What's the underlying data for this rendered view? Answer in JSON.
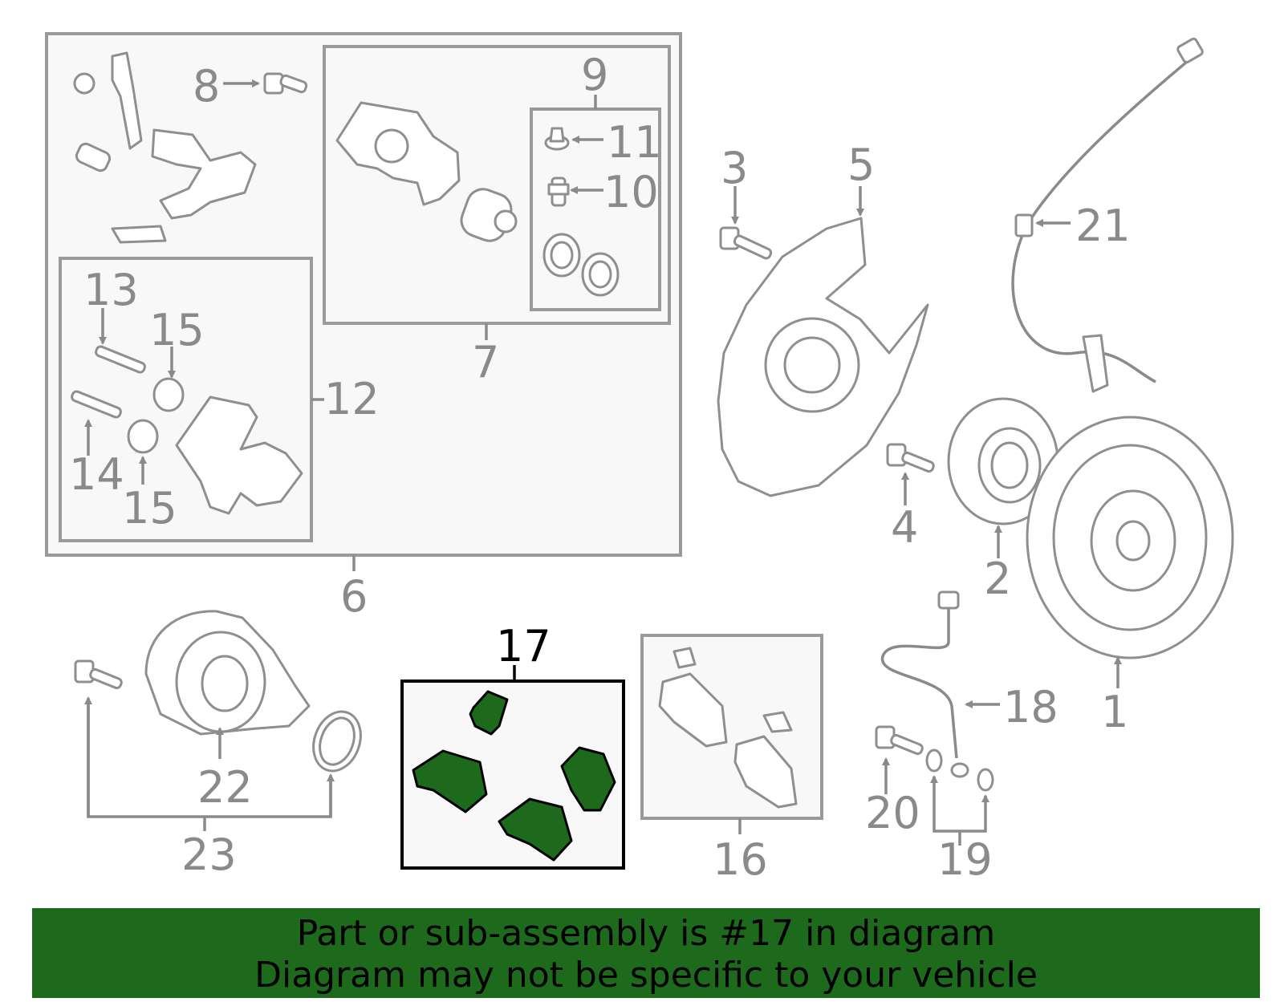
{
  "diagram": {
    "highlighted_part": "17",
    "callouts": [
      "1",
      "2",
      "3",
      "4",
      "5",
      "6",
      "7",
      "8",
      "9",
      "10",
      "11",
      "12",
      "13",
      "14",
      "15",
      "15",
      "16",
      "17",
      "18",
      "19",
      "20",
      "21",
      "22",
      "23"
    ]
  },
  "banner": {
    "line1": "Part or sub-assembly is #17 in diagram",
    "line2": "Diagram may not be specific to your vehicle"
  },
  "colors": {
    "highlight": "#1d6a1d",
    "line_art": "#8a8a8a",
    "highlight_outline": "#000000",
    "box_fill": "#f8f8f8"
  }
}
